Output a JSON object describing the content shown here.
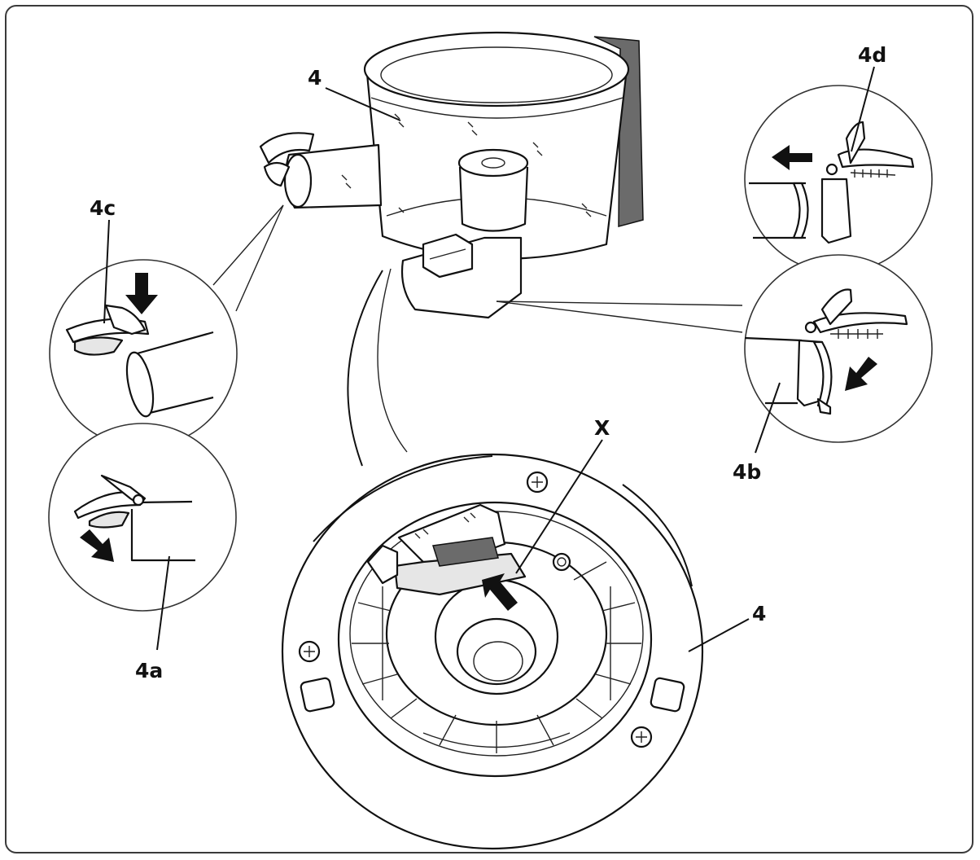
{
  "labels": {
    "bowl": "4",
    "base": "4",
    "a": "4a",
    "b": "4b",
    "c": "4c",
    "d": "4d",
    "x": "X"
  },
  "colors": {
    "line": "#111111",
    "frame": "#3a3a3a",
    "shade": "#6b6b6b",
    "light_shade": "#e6e6e6",
    "background": "#ffffff"
  },
  "icons": [
    "arrow-down-icon",
    "arrow-down-right-icon",
    "arrow-down-left-icon",
    "arrow-left-icon",
    "arrow-up-left-icon",
    "screw-icon"
  ]
}
